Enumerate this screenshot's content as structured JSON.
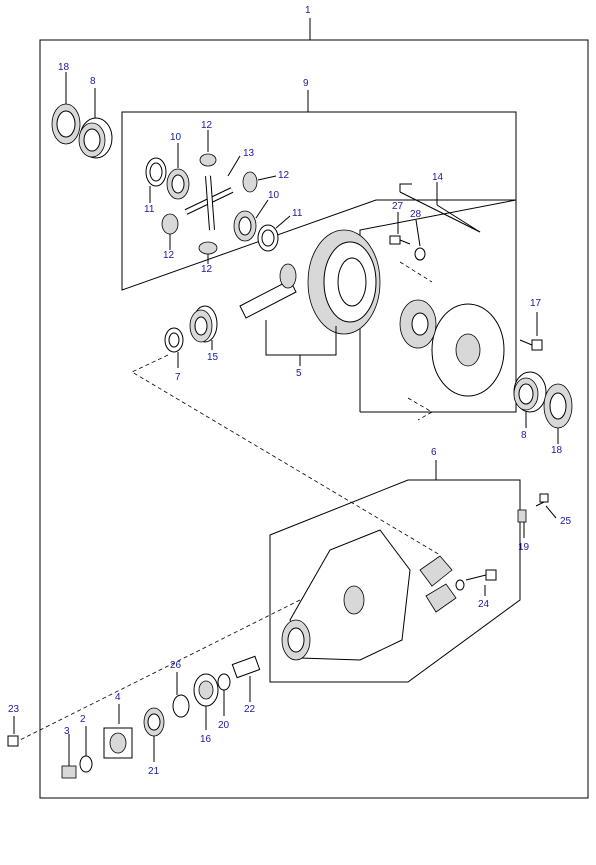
{
  "diagram": {
    "callouts": {
      "c1": "1",
      "c2": "2",
      "c3": "3",
      "c4": "4",
      "c5": "5",
      "c6": "6",
      "c7": "7",
      "c8a": "8",
      "c8b": "8",
      "c9": "9",
      "c10a": "10",
      "c10b": "10",
      "c11a": "11",
      "c11b": "11",
      "c12a": "12",
      "c12b": "12",
      "c12c": "12",
      "c12d": "12",
      "c13": "13",
      "c14": "14",
      "c15": "15",
      "c16": "16",
      "c17": "17",
      "c18a": "18",
      "c18b": "18",
      "c19": "19",
      "c20": "20",
      "c21": "21",
      "c22": "22",
      "c23": "23",
      "c24": "24",
      "c25": "25",
      "c26": "26",
      "c27": "27",
      "c28": "28"
    },
    "colors": {
      "callout": "#1a1aa0",
      "line": "#000000",
      "shade": "#d8d8d8"
    }
  }
}
